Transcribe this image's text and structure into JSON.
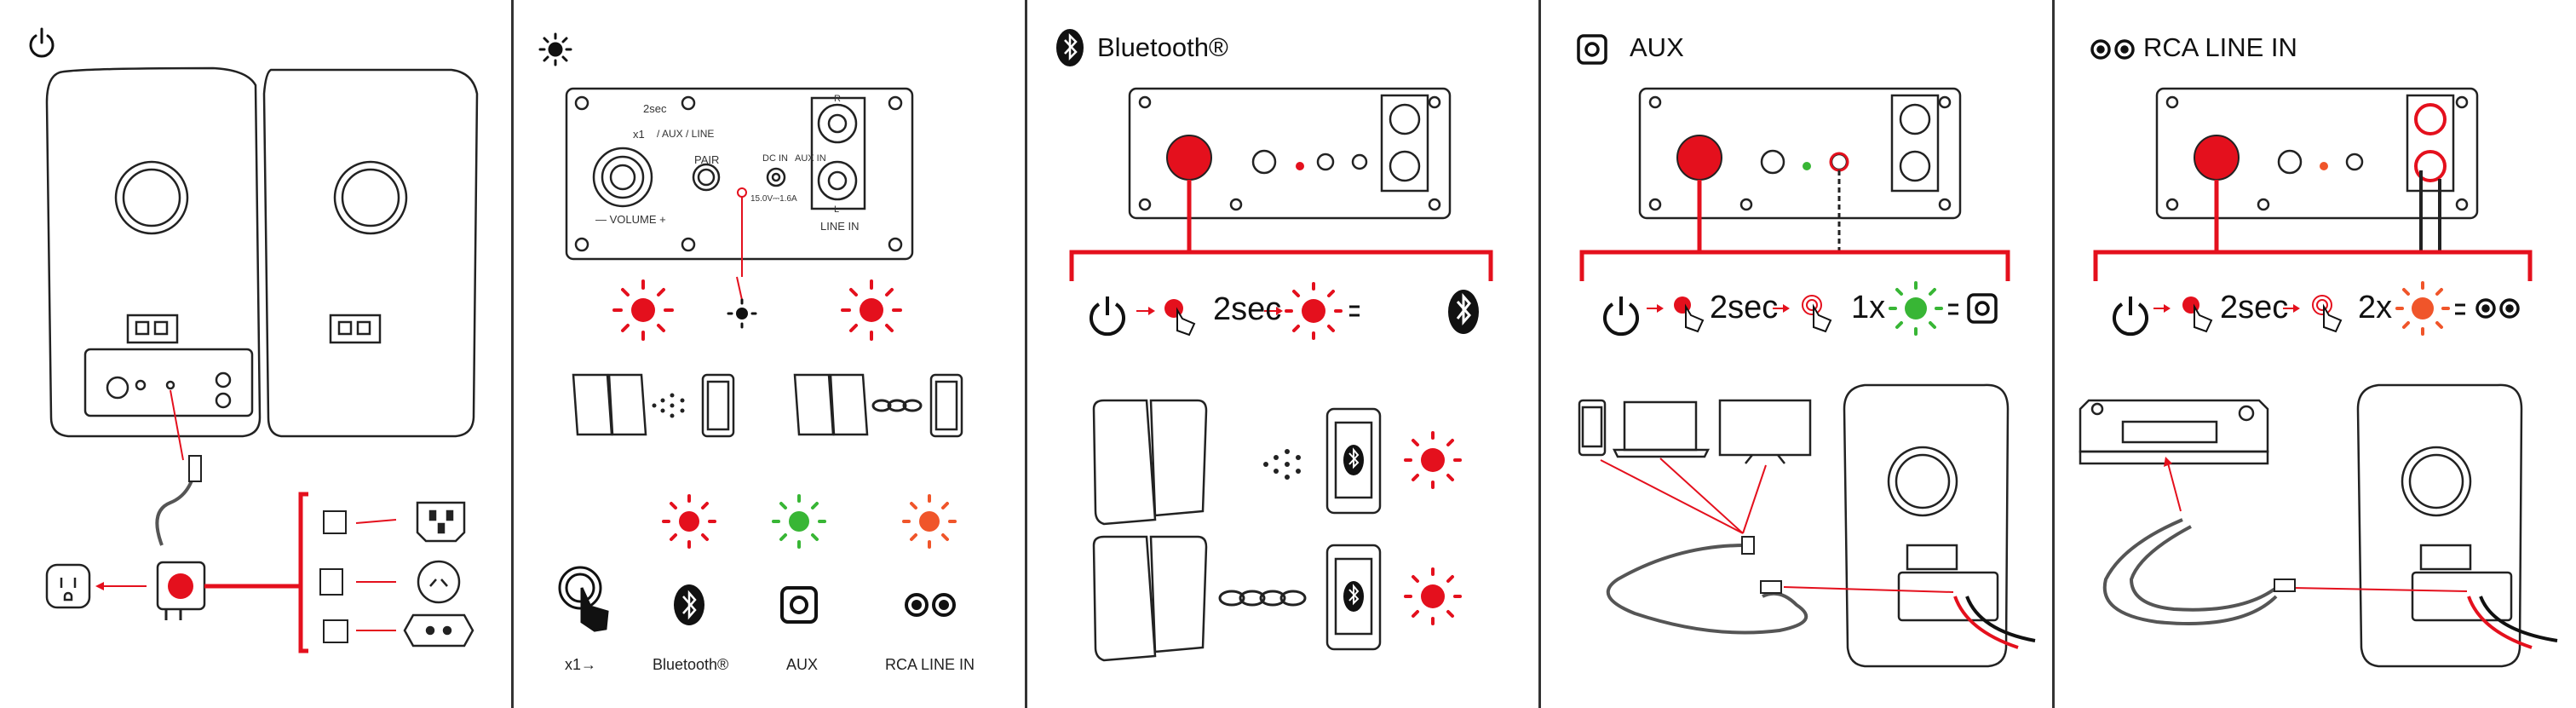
{
  "colors": {
    "red": "#e4101d",
    "green": "#38b635",
    "orange": "#f0552a",
    "ink": "#1a1a1a",
    "divider": "#333333"
  },
  "icons": [
    "power-icon",
    "sun-led-icon",
    "bluetooth-icon",
    "aux-icon",
    "rca-icon",
    "hand-press-icon",
    "power-outlet-icon"
  ],
  "panel2": {
    "device_labels": {
      "hold": "2sec",
      "press": "x1",
      "modes": "/ AUX / LINE",
      "volume": "— VOLUME +",
      "pair": "PAIR",
      "dc_in": "DC IN",
      "dc_spec": "15.0V⎓1.6A",
      "aux_in": "AUX IN",
      "r": "R",
      "l": "L",
      "line_in": "LINE IN"
    },
    "legend": {
      "x1": "x1→",
      "bluetooth": "Bluetooth®",
      "aux": "AUX",
      "rca": "RCA LINE IN"
    }
  },
  "panel3": {
    "title": "Bluetooth®",
    "hold": "2sec"
  },
  "panel4": {
    "title": "AUX",
    "hold": "2sec",
    "press": "1x"
  },
  "panel5": {
    "title": "RCA LINE IN",
    "hold": "2sec",
    "press": "2x"
  }
}
